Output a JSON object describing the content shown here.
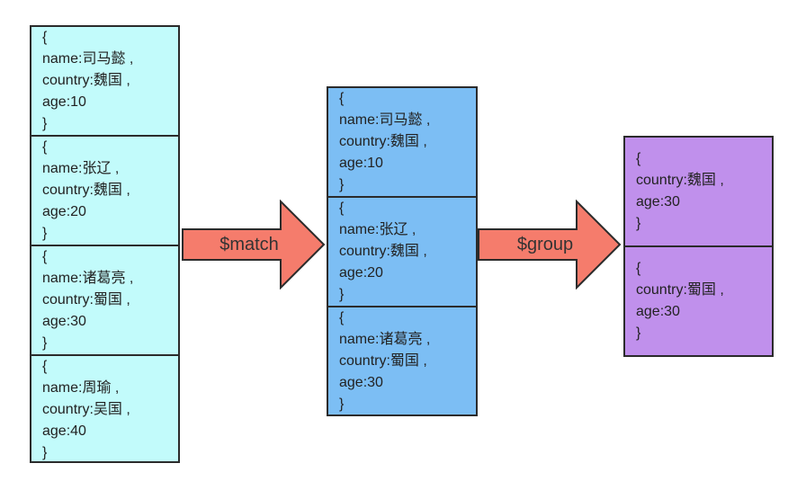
{
  "colors": {
    "source_fill": "#c2fbfb",
    "matched_fill": "#7cbef4",
    "grouped_fill": "#c090ec",
    "arrow_fill": "#f57c6c",
    "border": "#2b2b2b",
    "text": "#222222"
  },
  "pipeline": {
    "stage1_label": "$match",
    "stage2_label": "$group",
    "source_docs": [
      "{\nname:司马懿 ,\ncountry:魏国 ,\nage:10\n}",
      "{\nname:张辽 ,\ncountry:魏国 ,\nage:20\n}",
      "{\nname:诸葛亮 ,\ncountry:蜀国 ,\nage:30\n}",
      "{\nname:周瑜 ,\ncountry:吴国 ,\nage:40\n}"
    ],
    "matched_docs": [
      "{\nname:司马懿 ,\ncountry:魏国 ,\nage:10\n}",
      "{\nname:张辽 ,\ncountry:魏国 ,\nage:20\n}",
      "{\nname:诸葛亮 ,\ncountry:蜀国 ,\nage:30\n}"
    ],
    "grouped_docs": [
      "{\ncountry:魏国 ,\nage:30\n}",
      "{\ncountry:蜀国 ,\nage:30\n}"
    ]
  }
}
